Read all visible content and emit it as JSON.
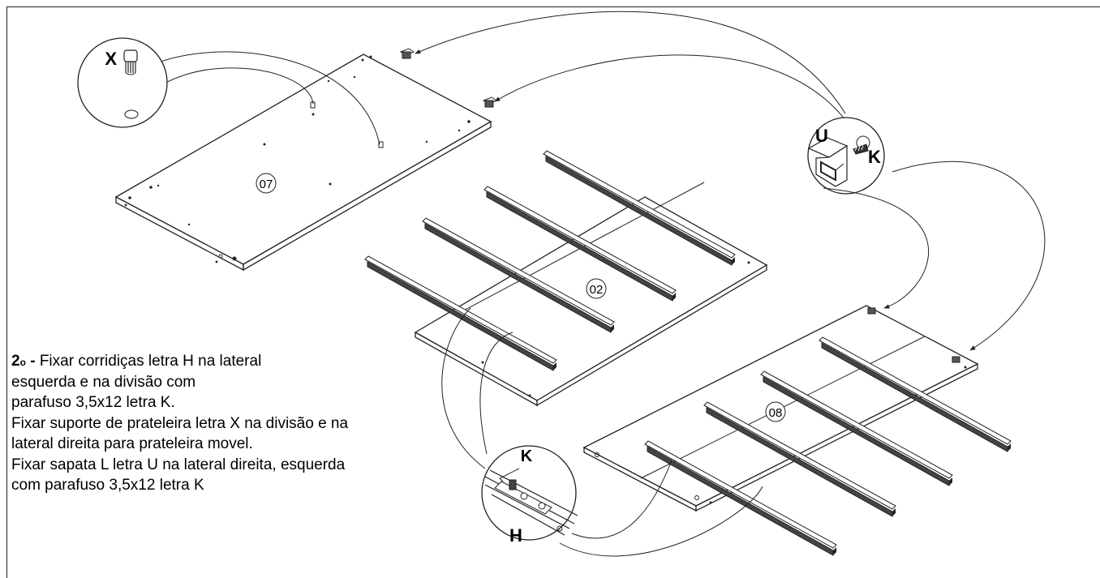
{
  "parts": {
    "panel_top": "07",
    "panel_middle": "02",
    "panel_right": "08"
  },
  "hardware": {
    "shelf_support": "X",
    "foot": "U",
    "screw": "K",
    "slide": "H",
    "screw_detail": "K"
  },
  "instructions": {
    "step_number": "2",
    "step_ordinal": "o",
    "step_dash": " - ",
    "line1": "Fixar corridiças letra H na lateral",
    "line2": "esquerda e na divisão com",
    "line3": "parafuso 3,5x12 letra K.",
    "line4": "Fixar suporte de prateleira letra X na divisão e na",
    "line5": "lateral direita para prateleira movel.",
    "line6": "Fixar sapata L letra U na lateral direita, esquerda",
    "line7": "com parafuso 3,5x12 letra K"
  },
  "colors": {
    "line": "#222222",
    "background": "#ffffff"
  }
}
